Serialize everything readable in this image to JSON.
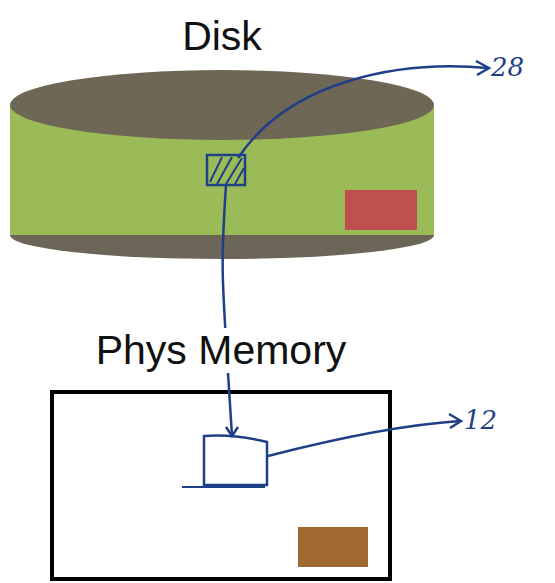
{
  "diagram": {
    "nodes": [
      {
        "text": [
          "Disk"
        ]
      },
      {
        "text": [
          "Phys Memory"
        ]
      }
    ],
    "edges": [
      {
        "from": 0,
        "to": 1,
        "arrow": "to"
      }
    ],
    "labels": [
      "28",
      "12"
    ]
  }
}
